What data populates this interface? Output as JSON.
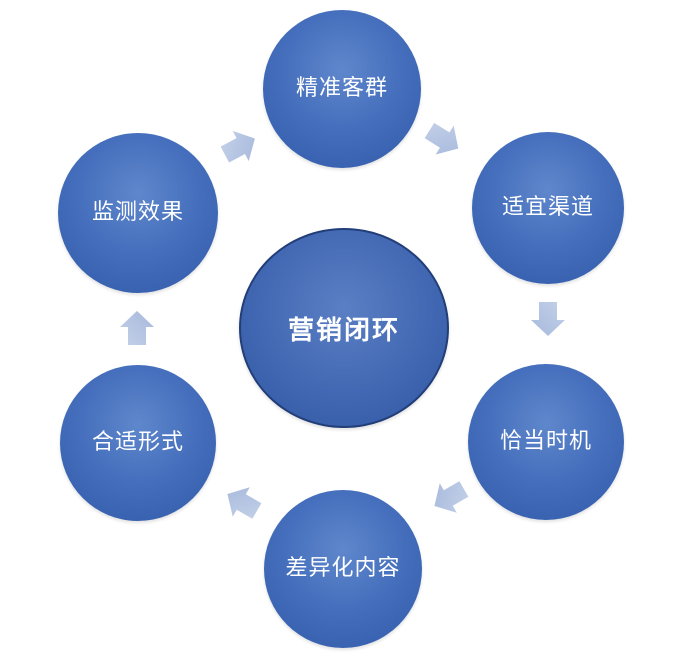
{
  "diagram": {
    "center_label": "营销闭环",
    "nodes": [
      {
        "label": "精准客群"
      },
      {
        "label": "适宜渠道"
      },
      {
        "label": "恰当时机"
      },
      {
        "label": "差异化内容"
      },
      {
        "label": "合适形式"
      },
      {
        "label": "监测效果"
      }
    ],
    "colors": {
      "node_fill": "#4670bd",
      "center_border": "#223e78",
      "arrow_fill": "#b7c6e2",
      "text": "#ffffff"
    }
  }
}
